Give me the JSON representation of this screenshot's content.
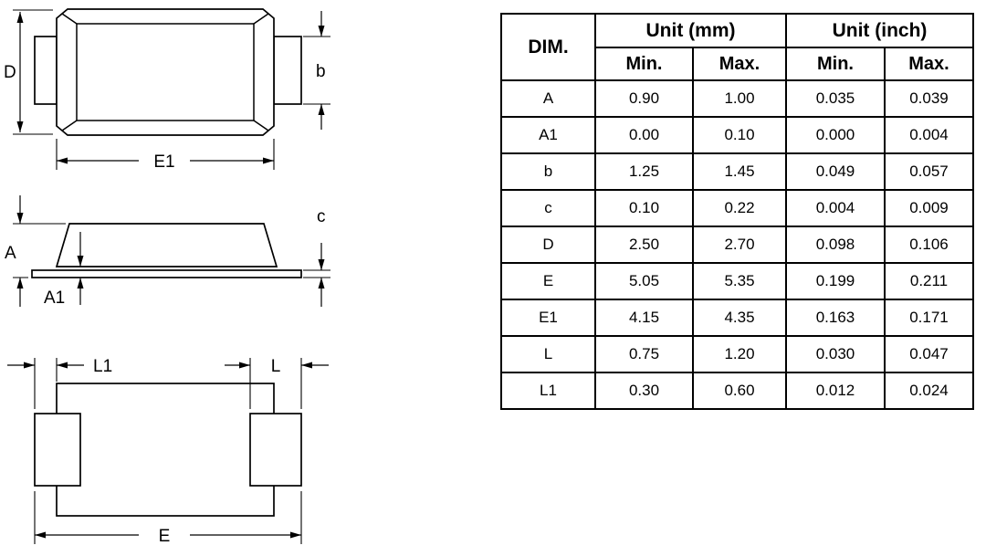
{
  "drawing": {
    "labels": {
      "d": "D",
      "b": "b",
      "e1": "E1",
      "a": "A",
      "a1": "A1",
      "c": "c",
      "l1": "L1",
      "l": "L",
      "e": "E"
    }
  },
  "table": {
    "headers": {
      "dim": "DIM.",
      "unit_mm": "Unit (mm)",
      "unit_inch": "Unit (inch)",
      "mm_min": "Min.",
      "mm_max": "Max.",
      "inch_min": "Min.",
      "inch_max": "Max."
    },
    "rows": [
      {
        "dim": "A",
        "mm_min": "0.90",
        "mm_max": "1.00",
        "inch_min": "0.035",
        "inch_max": "0.039"
      },
      {
        "dim": "A1",
        "mm_min": "0.00",
        "mm_max": "0.10",
        "inch_min": "0.000",
        "inch_max": "0.004"
      },
      {
        "dim": "b",
        "mm_min": "1.25",
        "mm_max": "1.45",
        "inch_min": "0.049",
        "inch_max": "0.057"
      },
      {
        "dim": "c",
        "mm_min": "0.10",
        "mm_max": "0.22",
        "inch_min": "0.004",
        "inch_max": "0.009"
      },
      {
        "dim": "D",
        "mm_min": "2.50",
        "mm_max": "2.70",
        "inch_min": "0.098",
        "inch_max": "0.106"
      },
      {
        "dim": "E",
        "mm_min": "5.05",
        "mm_max": "5.35",
        "inch_min": "0.199",
        "inch_max": "0.211"
      },
      {
        "dim": "E1",
        "mm_min": "4.15",
        "mm_max": "4.35",
        "inch_min": "0.163",
        "inch_max": "0.171"
      },
      {
        "dim": "L",
        "mm_min": "0.75",
        "mm_max": "1.20",
        "inch_min": "0.030",
        "inch_max": "0.047"
      },
      {
        "dim": "L1",
        "mm_min": "0.30",
        "mm_max": "0.60",
        "inch_min": "0.012",
        "inch_max": "0.024"
      }
    ]
  }
}
